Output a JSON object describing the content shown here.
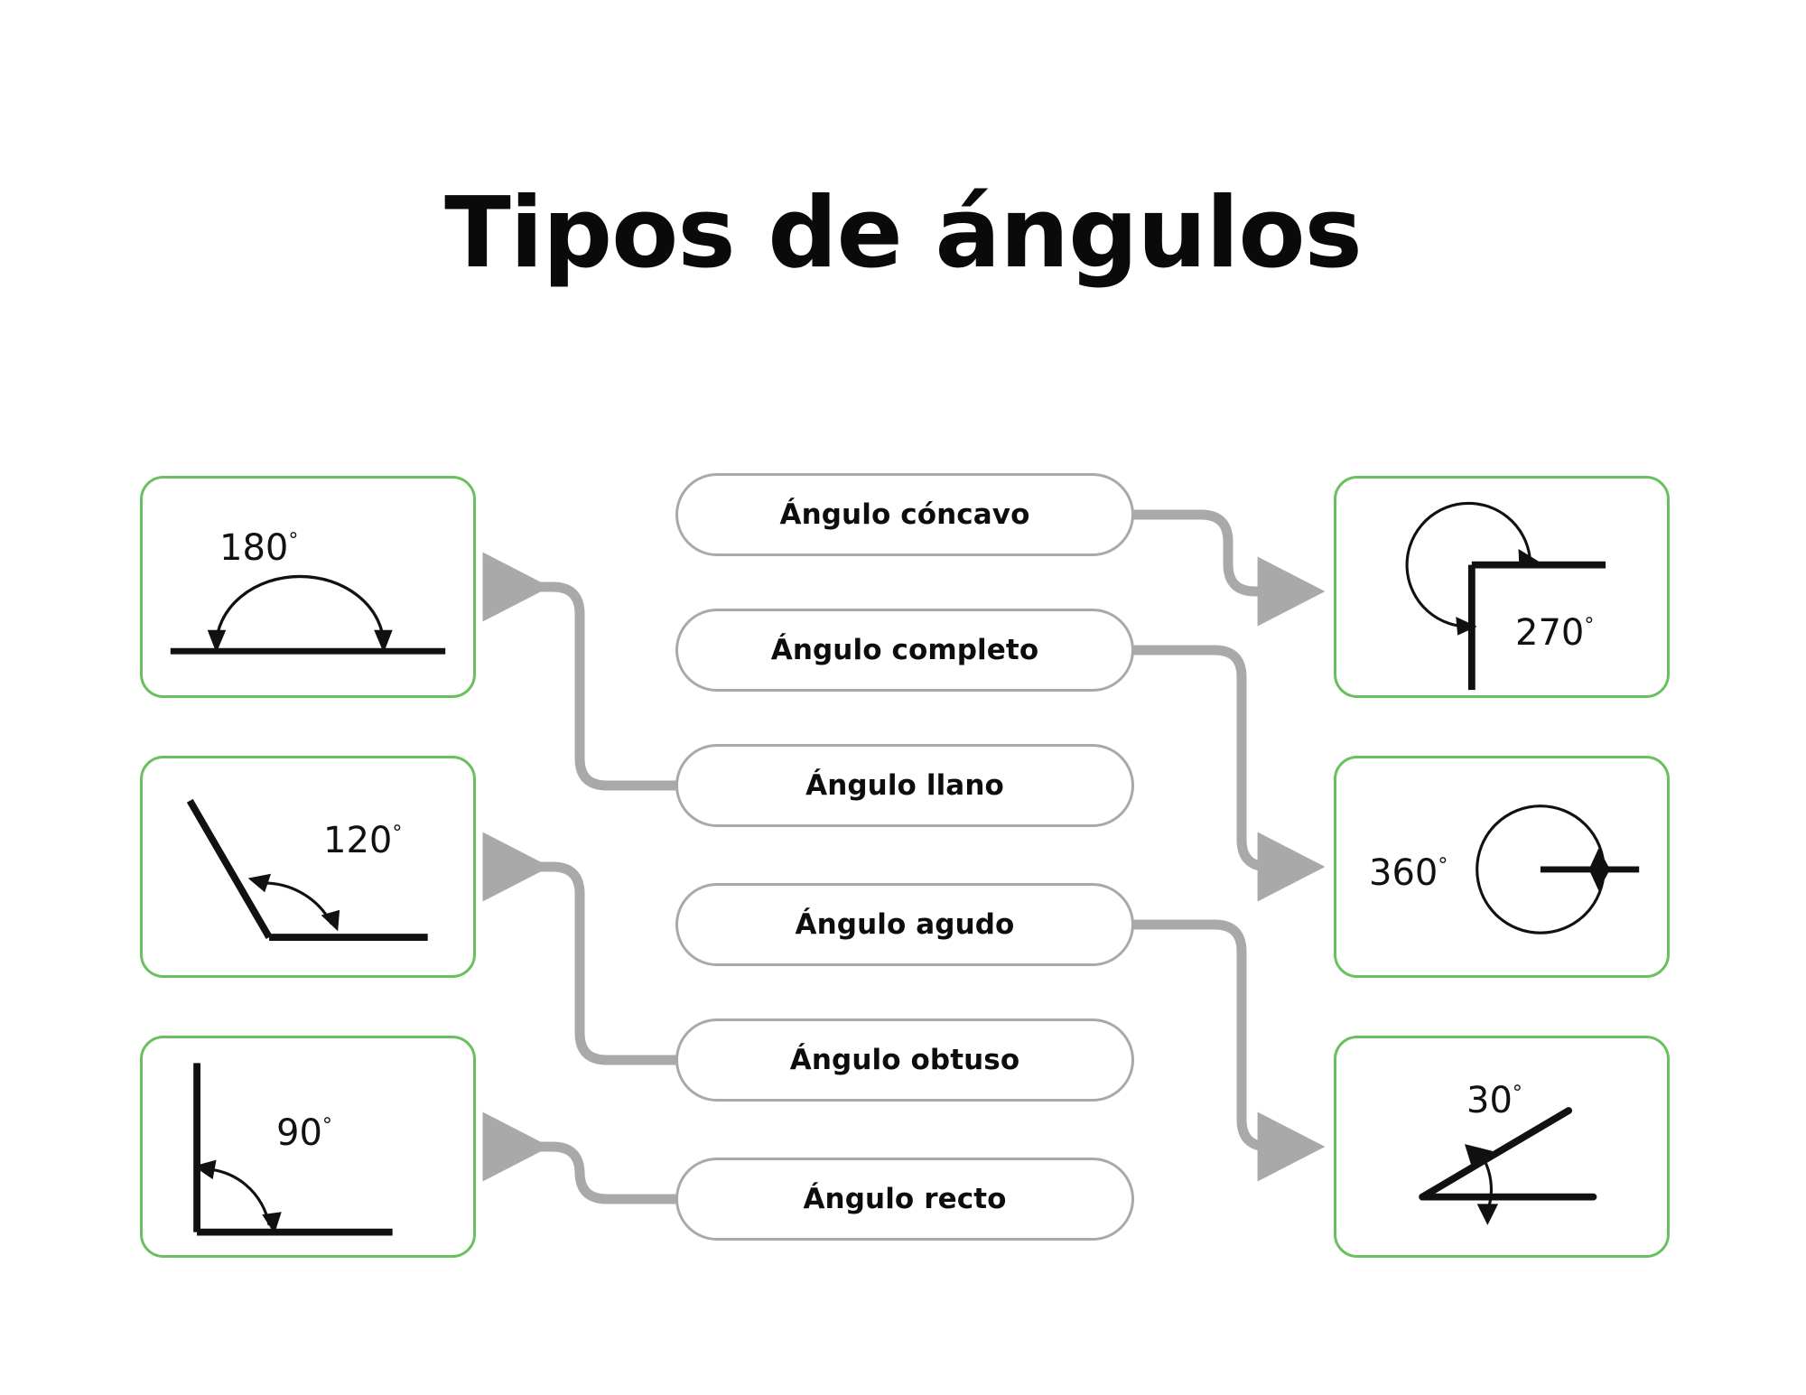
{
  "page": {
    "title": "Tipos de ángulos",
    "language": "es",
    "frame_color": "#6abf5e",
    "connector_color": "#a9a9a9",
    "pill_border_color": "#a9a9a9",
    "ink_color": "#111111"
  },
  "center_labels": [
    {
      "id": "concavo",
      "label": "Ángulo cóncavo",
      "connects_to": "270"
    },
    {
      "id": "completo",
      "label": "Ángulo completo",
      "connects_to": "360"
    },
    {
      "id": "llano",
      "label": "Ángulo llano",
      "connects_to": "180"
    },
    {
      "id": "agudo",
      "label": "Ángulo agudo",
      "connects_to": "30"
    },
    {
      "id": "obtuso",
      "label": "Ángulo obtuso",
      "connects_to": "120"
    },
    {
      "id": "recto",
      "label": "Ángulo recto",
      "connects_to": "90"
    }
  ],
  "angle_cards": [
    {
      "id": "180",
      "side": "left",
      "value": "180",
      "unit": "°",
      "degrees": 180,
      "kind": "straight-angle"
    },
    {
      "id": "120",
      "side": "left",
      "value": "120",
      "unit": "°",
      "degrees": 120,
      "kind": "obtuse-angle"
    },
    {
      "id": "90",
      "side": "left",
      "value": "90",
      "unit": "°",
      "degrees": 90,
      "kind": "right-angle"
    },
    {
      "id": "270",
      "side": "right",
      "value": "270",
      "unit": "°",
      "degrees": 270,
      "kind": "reflex-angle"
    },
    {
      "id": "360",
      "side": "right",
      "value": "360",
      "unit": "°",
      "degrees": 360,
      "kind": "full-angle"
    },
    {
      "id": "30",
      "side": "right",
      "value": "30",
      "unit": "°",
      "degrees": 30,
      "kind": "acute-angle"
    }
  ]
}
